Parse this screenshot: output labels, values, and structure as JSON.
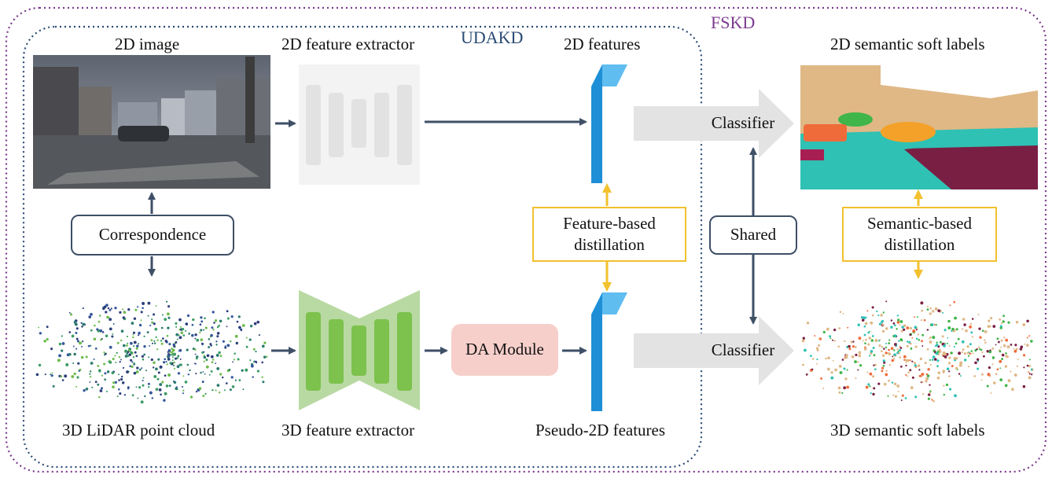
{
  "frames": {
    "fskd": "FSKD",
    "udakd": "UDAKD",
    "colors": {
      "fskd": "#7b3a8f",
      "udakd": "#2a4b74"
    }
  },
  "labels": {
    "image_2d": "2D image",
    "extractor_2d": "2D feature extractor",
    "features_2d": "2D features",
    "soft_labels_2d": "2D semantic soft labels",
    "lidar_3d": "3D LiDAR point cloud",
    "extractor_3d": "3D feature extractor",
    "pseudo_features": "Pseudo-2D features",
    "soft_labels_3d": "3D semantic soft labels"
  },
  "boxes": {
    "correspondence": "Correspondence",
    "feature_distill_line1": "Feature-based",
    "feature_distill_line2": "distillation",
    "shared": "Shared",
    "semantic_distill_line1": "Semantic-based",
    "semantic_distill_line2": "distillation",
    "da_module": "DA Module",
    "classifier_top": "Classifier",
    "classifier_bottom": "Classifier"
  },
  "colors": {
    "arrow_dark": "#3e4f66",
    "arrow_gold": "#f2c12e",
    "extractor_2d_fill": "#f3f3f3",
    "extractor_2d_blocks": "#e2e2e2",
    "extractor_3d_fill": "#b9d9a3",
    "extractor_3d_blocks": "#7cc24d",
    "feature_map": "#1e8fd6",
    "da_module": "#f6cfcb",
    "classifier_arrow": "#e3e3e3",
    "sky": "#dfb886",
    "road": "#2fc1b4"
  }
}
